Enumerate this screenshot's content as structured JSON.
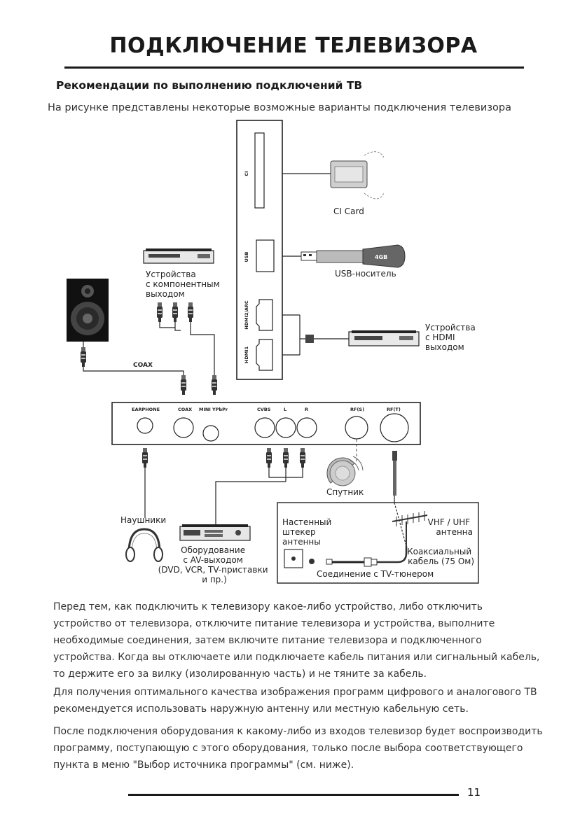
{
  "page": {
    "title": "ПОДКЛЮЧЕНИЕ ТЕЛЕВИЗОРА",
    "section_heading": "Рекомендации по выполнению подключений ТВ",
    "intro": "На рисунке представлены некоторые возможные варианты подключения телевизора",
    "paragraphs": [
      "Перед тем, как подключить к телевизору какое-либо устройство, либо отключить устройство от телевизора, отключите питание телевизора и устройства, выполните необходимые соединения, затем включите питание телевизора и подключенного устройства. Когда вы отключаете или подключаете кабель питания или сигнальный кабель, то держите его за вилку (изолированную часть) и не тяните за кабель.",
      "Для получения оптимального качества изображения программ цифрового и аналогового ТВ рекомендуется использовать наружную антенну или местную кабельную сеть.",
      "После подключения оборудования к какому-либо из входов телевизор будет воспроизводить программу, поступающую с этого оборудования, только после выбора соответствующего пункта в меню \"Выбор источника программы\" (см. ниже)."
    ],
    "page_number": "11"
  },
  "diagram": {
    "side_ports": {
      "ci": "CI",
      "usb": "USB",
      "hdmi2": "HDMI2/ARC",
      "hdmi1": "HDMI1"
    },
    "bottom_ports": {
      "earphone": "EARPHONE",
      "coax": "COAX",
      "mini_ypbpr": "MINI YPbPr",
      "cvbs": "CVBS",
      "l": "L",
      "r": "R",
      "rfs": "RF(S)",
      "rft": "RF(T)"
    },
    "coax_cable_label": "COAX",
    "ci_card": "CI Card",
    "usb_drive": "USB-носитель",
    "usb_badge": "4GB",
    "component_device": [
      "Устройства",
      "с компонентным",
      "выходом"
    ],
    "hdmi_device": [
      "Устройства",
      "с HDMI",
      "выходом"
    ],
    "satellite": "Спутник",
    "headphones": "Наушники",
    "av_equipment": [
      "Оборудование",
      "с AV-выходом",
      "(DVD, VCR, TV-приставки",
      "и пр.)"
    ],
    "wall_socket": [
      "Настенный",
      "штекер",
      "антенны"
    ],
    "vhf_antenna": [
      "VHF / UHF",
      "антенна"
    ],
    "coax_cable": [
      "Коаксиальный",
      "кабель (75 Ом)"
    ],
    "tuner_connection": "Соединение с TV-тюнером"
  }
}
